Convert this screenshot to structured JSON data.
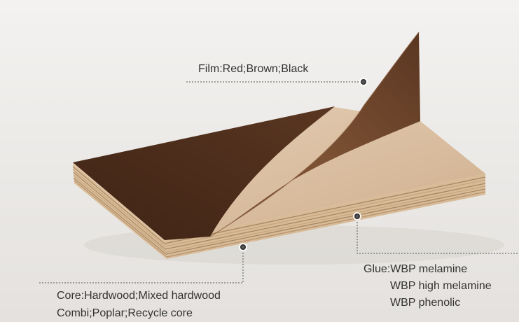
{
  "colors": {
    "background": "#ebe9e7",
    "film_brown": "#4a2b1a",
    "film_highlight": "#7a5034",
    "board_face": "#dcc3a9",
    "board_edge": "#d6b893",
    "veneer_dark": "#a88966",
    "leader_line": "#555555",
    "label_text": "#333333"
  },
  "callouts": {
    "film": {
      "text": "Film:Red;Brown;Black"
    },
    "glue": {
      "lines": [
        "Glue:WBP melamine",
        "WBP high melamine",
        "WBP phenolic"
      ]
    },
    "core": {
      "lines": [
        "Core:Hardwood;Mixed hardwood",
        "Combi;Poplar;Recycle core"
      ]
    }
  }
}
